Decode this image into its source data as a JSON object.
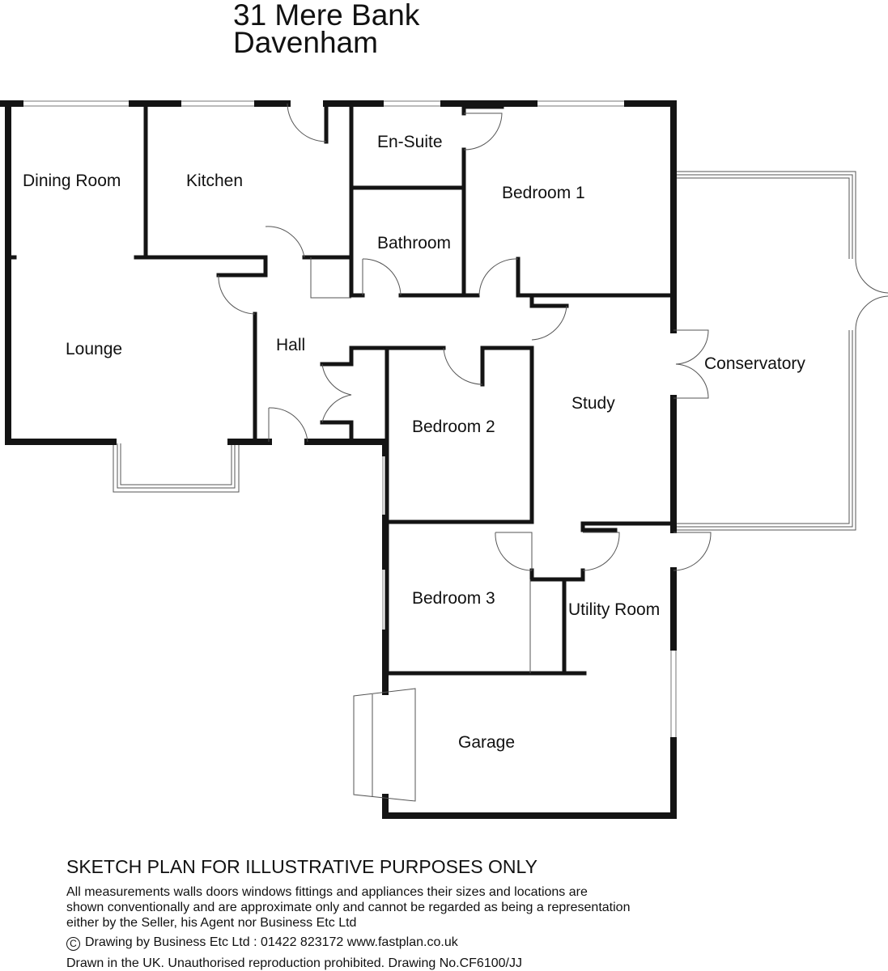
{
  "title": {
    "line1": "31 Mere Bank",
    "line2": "Davenham"
  },
  "rooms": {
    "dining_room": "Dining Room",
    "kitchen": "Kitchen",
    "en_suite": "En-Suite",
    "bedroom1": "Bedroom 1",
    "bathroom": "Bathroom",
    "lounge": "Lounge",
    "hall": "Hall",
    "conservatory": "Conservatory",
    "study": "Study",
    "bedroom2": "Bedroom 2",
    "bedroom3": "Bedroom 3",
    "utility_room": "Utility Room",
    "garage": "Garage"
  },
  "footer": {
    "heading": "SKETCH PLAN FOR ILLUSTRATIVE PURPOSES ONLY",
    "disclaimer": [
      "All measurements walls doors windows fittings and appliances their sizes and locations are",
      "shown conventionally and are approximate only and cannot be regarded as being a representation",
      "either by the Seller, his Agent nor Business Etc Ltd"
    ],
    "copyright_symbol": "C",
    "credit": "Drawing by Business Etc Ltd : 01422 823172  www.fastplan.co.uk",
    "notice": "Drawn in the UK. Unauthorised reproduction prohibited. Drawing No.CF6100/JJ"
  }
}
